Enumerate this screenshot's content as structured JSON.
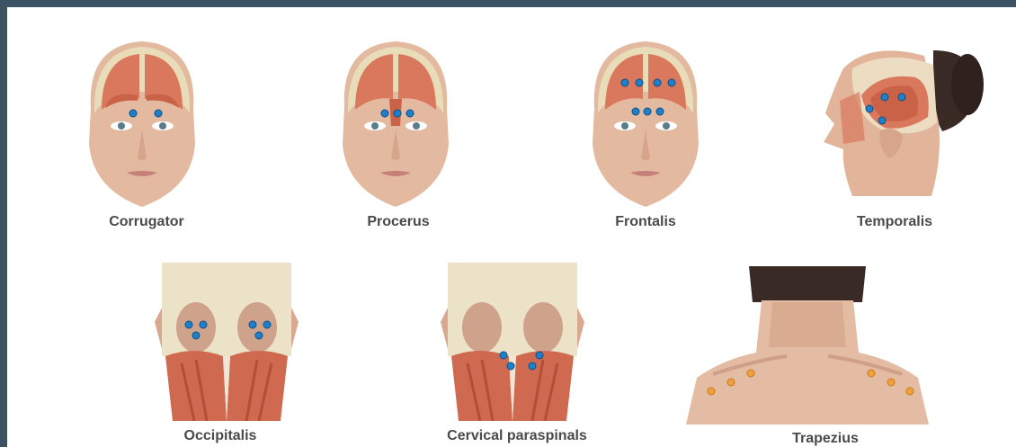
{
  "panel": {
    "background": "#ffffff",
    "frame_color": "#3c5366"
  },
  "figures": [
    {
      "id": "corrugator",
      "label": "Corrugator",
      "view": "face-front",
      "point_count": 2,
      "point_color": "#1f7fc9"
    },
    {
      "id": "procerus",
      "label": "Procerus",
      "view": "face-front",
      "point_count": 3,
      "point_color": "#1f7fc9"
    },
    {
      "id": "frontalis",
      "label": "Frontalis",
      "view": "face-front",
      "point_count": 7,
      "point_color": "#1f7fc9"
    },
    {
      "id": "temporalis",
      "label": "Temporalis",
      "view": "head-side",
      "point_count": 4,
      "point_color": "#1f7fc9"
    },
    {
      "id": "occipitalis",
      "label": "Occipitalis",
      "view": "head-back",
      "point_count": 6,
      "point_color": "#1f7fc9"
    },
    {
      "id": "cervical_paraspinals",
      "label": "Cervical paraspinals",
      "view": "head-back",
      "point_count": 4,
      "point_color": "#1f7fc9"
    },
    {
      "id": "trapezius",
      "label": "Trapezius",
      "view": "shoulders-back",
      "point_count": 6,
      "point_color": "#f0a13c"
    }
  ]
}
